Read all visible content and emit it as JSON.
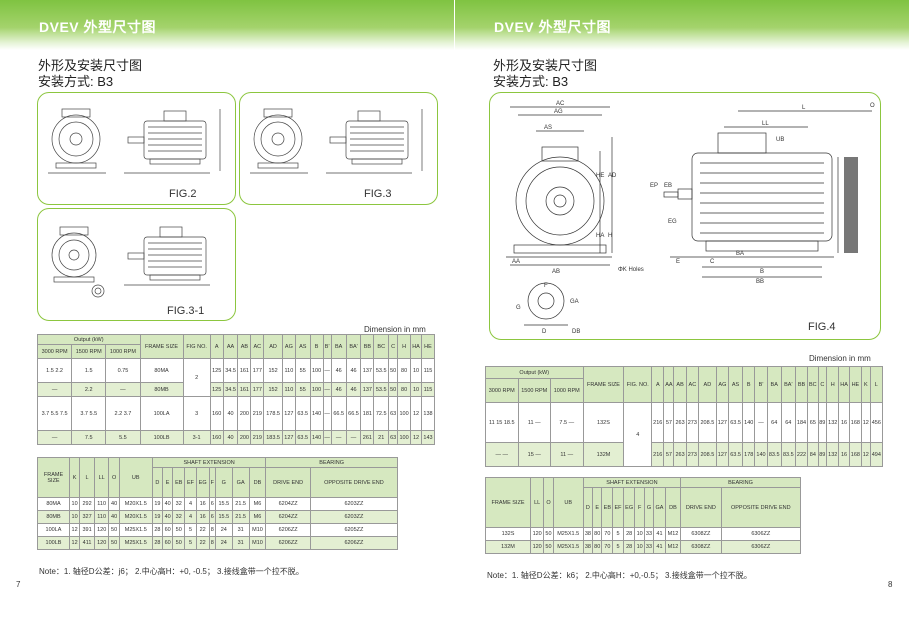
{
  "left": {
    "title": "DVEV  外型尺寸图",
    "subtitle1": "外形及安装尺寸图",
    "subtitle2": "安装方式: B3",
    "fig2": "FIG.2",
    "fig3": "FIG.3",
    "fig31": "FIG.3-1",
    "dim_note": "Dimension in mm",
    "table1": {
      "h_output": "Output (kW)",
      "h_rpm": [
        "3000 RPM",
        "1500 RPM",
        "1000 RPM"
      ],
      "h_frame": "FRAME SIZE",
      "h_fig": "FIG NO.",
      "h_cols": [
        "A",
        "AA",
        "AB",
        "AC",
        "AD",
        "AG",
        "AS",
        "B",
        "B'",
        "BA",
        "BA'",
        "BB",
        "BC",
        "C",
        "H",
        "HA",
        "HE"
      ],
      "rows": [
        {
          "p": [
            "1.5 2.2",
            "1.5",
            "0.75"
          ],
          "frame": "80MA",
          "fig": "2",
          "vals": [
            "125",
            "34.5",
            "161",
            "177",
            "152",
            "110",
            "55",
            "100",
            "—",
            "46",
            "46",
            "137",
            "53.5",
            "50",
            "80",
            "10",
            "115"
          ]
        },
        {
          "p": [
            "—",
            "2.2",
            "—"
          ],
          "frame": "80MB",
          "fig": "",
          "vals": [
            "125",
            "34.5",
            "161",
            "177",
            "152",
            "110",
            "55",
            "100",
            "—",
            "46",
            "46",
            "137",
            "53.5",
            "50",
            "80",
            "10",
            "115"
          ]
        },
        {
          "p": [
            "3.7 5.5 7.5",
            "3.7 5.5",
            "2.2 3.7"
          ],
          "frame": "100LA",
          "fig": "3",
          "vals": [
            "160",
            "40",
            "200",
            "219",
            "178.5",
            "127",
            "63.5",
            "140",
            "—",
            "66.5",
            "66.5",
            "181",
            "72.5",
            "63",
            "100",
            "12",
            "138"
          ]
        },
        {
          "p": [
            "—",
            "7.5",
            "5.5"
          ],
          "frame": "100LB",
          "fig": "3-1",
          "vals": [
            "160",
            "40",
            "200",
            "219",
            "183.5",
            "127",
            "63.5",
            "140",
            "—",
            "—",
            "—",
            "261",
            "21",
            "63",
            "100",
            "12",
            "143"
          ]
        }
      ]
    },
    "table2": {
      "h_frame": "FRAME SIZE",
      "h_cols": [
        "K",
        "L",
        "LL",
        "O",
        "UB"
      ],
      "h_shaft": "SHAFT  EXTENSION",
      "h_shaft_cols": [
        "D",
        "E",
        "EB",
        "EF",
        "EG",
        "F",
        "G",
        "GA",
        "DB"
      ],
      "h_bearing": "BEARING",
      "h_drive": "DRIVE END",
      "h_opposite": "OPPOSITE DRIVE END",
      "rows": [
        {
          "frame": "80MA",
          "vals": [
            "10",
            "292",
            "110",
            "40",
            "M20X1.5",
            "19",
            "40",
            "32",
            "4",
            "16",
            "6",
            "15.5",
            "21.5",
            "M6",
            "6204ZZ",
            "6203ZZ"
          ]
        },
        {
          "frame": "80MB",
          "vals": [
            "10",
            "327",
            "110",
            "40",
            "M20X1.5",
            "19",
            "40",
            "32",
            "4",
            "16",
            "6",
            "15.5",
            "21.5",
            "M6",
            "6204ZZ",
            "6203ZZ"
          ]
        },
        {
          "frame": "100LA",
          "vals": [
            "12",
            "391",
            "120",
            "50",
            "M25X1.5",
            "28",
            "60",
            "50",
            "5",
            "22",
            "8",
            "24",
            "31",
            "M10",
            "6206ZZ",
            "6205ZZ"
          ]
        },
        {
          "frame": "100LB",
          "vals": [
            "12",
            "411",
            "120",
            "50",
            "M25X1.5",
            "28",
            "60",
            "50",
            "5",
            "22",
            "8",
            "24",
            "31",
            "M10",
            "6206ZZ",
            "6206ZZ"
          ]
        }
      ]
    },
    "note": "Note：1. 轴径D公差：j6；      2.中心高H：+0, -0.5；       3.接线盒带一个拉不脱。",
    "page_number": "7"
  },
  "right": {
    "title": "DVEV  外型尺寸图",
    "subtitle1": "外形及安装尺寸图",
    "subtitle2": "安装方式: B3",
    "fig4": "FIG.4",
    "dim_note": "Dimension  in  mm",
    "drawing_labels": {
      "AC": "AC",
      "AG": "AG",
      "AS": "AS",
      "HE": "HE",
      "AD": "AD",
      "HA": "HA",
      "H": "H",
      "AA": "AA",
      "AB": "AB",
      "K": "ΦK Holes",
      "L": "L",
      "LL": "LL",
      "UB": "UB",
      "O": "O",
      "EP": "EP",
      "EB": "EB",
      "EG": "EG",
      "E": "E",
      "C": "C",
      "BA": "BA",
      "B": "B",
      "BB": "BB",
      "F": "F",
      "GA": "GA",
      "G": "G",
      "D": "D",
      "DB": "DB"
    },
    "table1": {
      "h_output": "Output (kW)",
      "h_rpm": [
        "3000 RPM",
        "1500 RPM",
        "1000 RPM"
      ],
      "h_frame": "FRAME SIZE",
      "h_fig": "FIG. NO.",
      "h_cols": [
        "A",
        "AA",
        "AB",
        "AC",
        "AD",
        "AG",
        "AS",
        "B",
        "B'",
        "BA",
        "BA'",
        "BB",
        "BC",
        "C",
        "H",
        "HA",
        "HE",
        "K",
        "L"
      ],
      "rows": [
        {
          "p": [
            "11 15 18.5",
            "11 —",
            "7.5 —"
          ],
          "frame": "132S",
          "fig": "4",
          "vals": [
            "216",
            "57",
            "263",
            "273",
            "208.5",
            "127",
            "63.5",
            "140",
            "—",
            "64",
            "64",
            "184",
            "65",
            "89",
            "132",
            "16",
            "168",
            "12",
            "456"
          ]
        },
        {
          "p": [
            "— —",
            "15 —",
            "11 —"
          ],
          "frame": "132M",
          "fig": "",
          "vals": [
            "216",
            "57",
            "263",
            "273",
            "208.5",
            "127",
            "63.5",
            "178",
            "140",
            "83.5",
            "83.5",
            "222",
            "84",
            "89",
            "132",
            "16",
            "168",
            "12",
            "494"
          ]
        }
      ]
    },
    "table2": {
      "h_frame": "FRAME SIZE",
      "h_cols": [
        "LL",
        "O",
        "UB"
      ],
      "h_shaft": "SHAFT  EXTENSION",
      "h_shaft_cols": [
        "D",
        "E",
        "EB",
        "EF",
        "EG",
        "F",
        "G",
        "GA",
        "DB"
      ],
      "h_bearing": "BEARING",
      "h_drive": "DRIVE END",
      "h_opposite": "OPPOSITE DRIVE END",
      "rows": [
        {
          "frame": "132S",
          "vals": [
            "120",
            "50",
            "M25X1.5",
            "38",
            "80",
            "70",
            "5",
            "28",
            "10",
            "33",
            "41",
            "M12",
            "6308ZZ",
            "6306ZZ"
          ]
        },
        {
          "frame": "132M",
          "vals": [
            "120",
            "50",
            "M25X1.5",
            "38",
            "80",
            "70",
            "5",
            "28",
            "10",
            "33",
            "41",
            "M12",
            "6308ZZ",
            "6306ZZ"
          ]
        }
      ]
    },
    "note": "Note：1. 轴径D公差：k6；     2.中心高H：+0,-0.5；     3.接线盒带一个拉不脱。",
    "page_number": "8"
  }
}
